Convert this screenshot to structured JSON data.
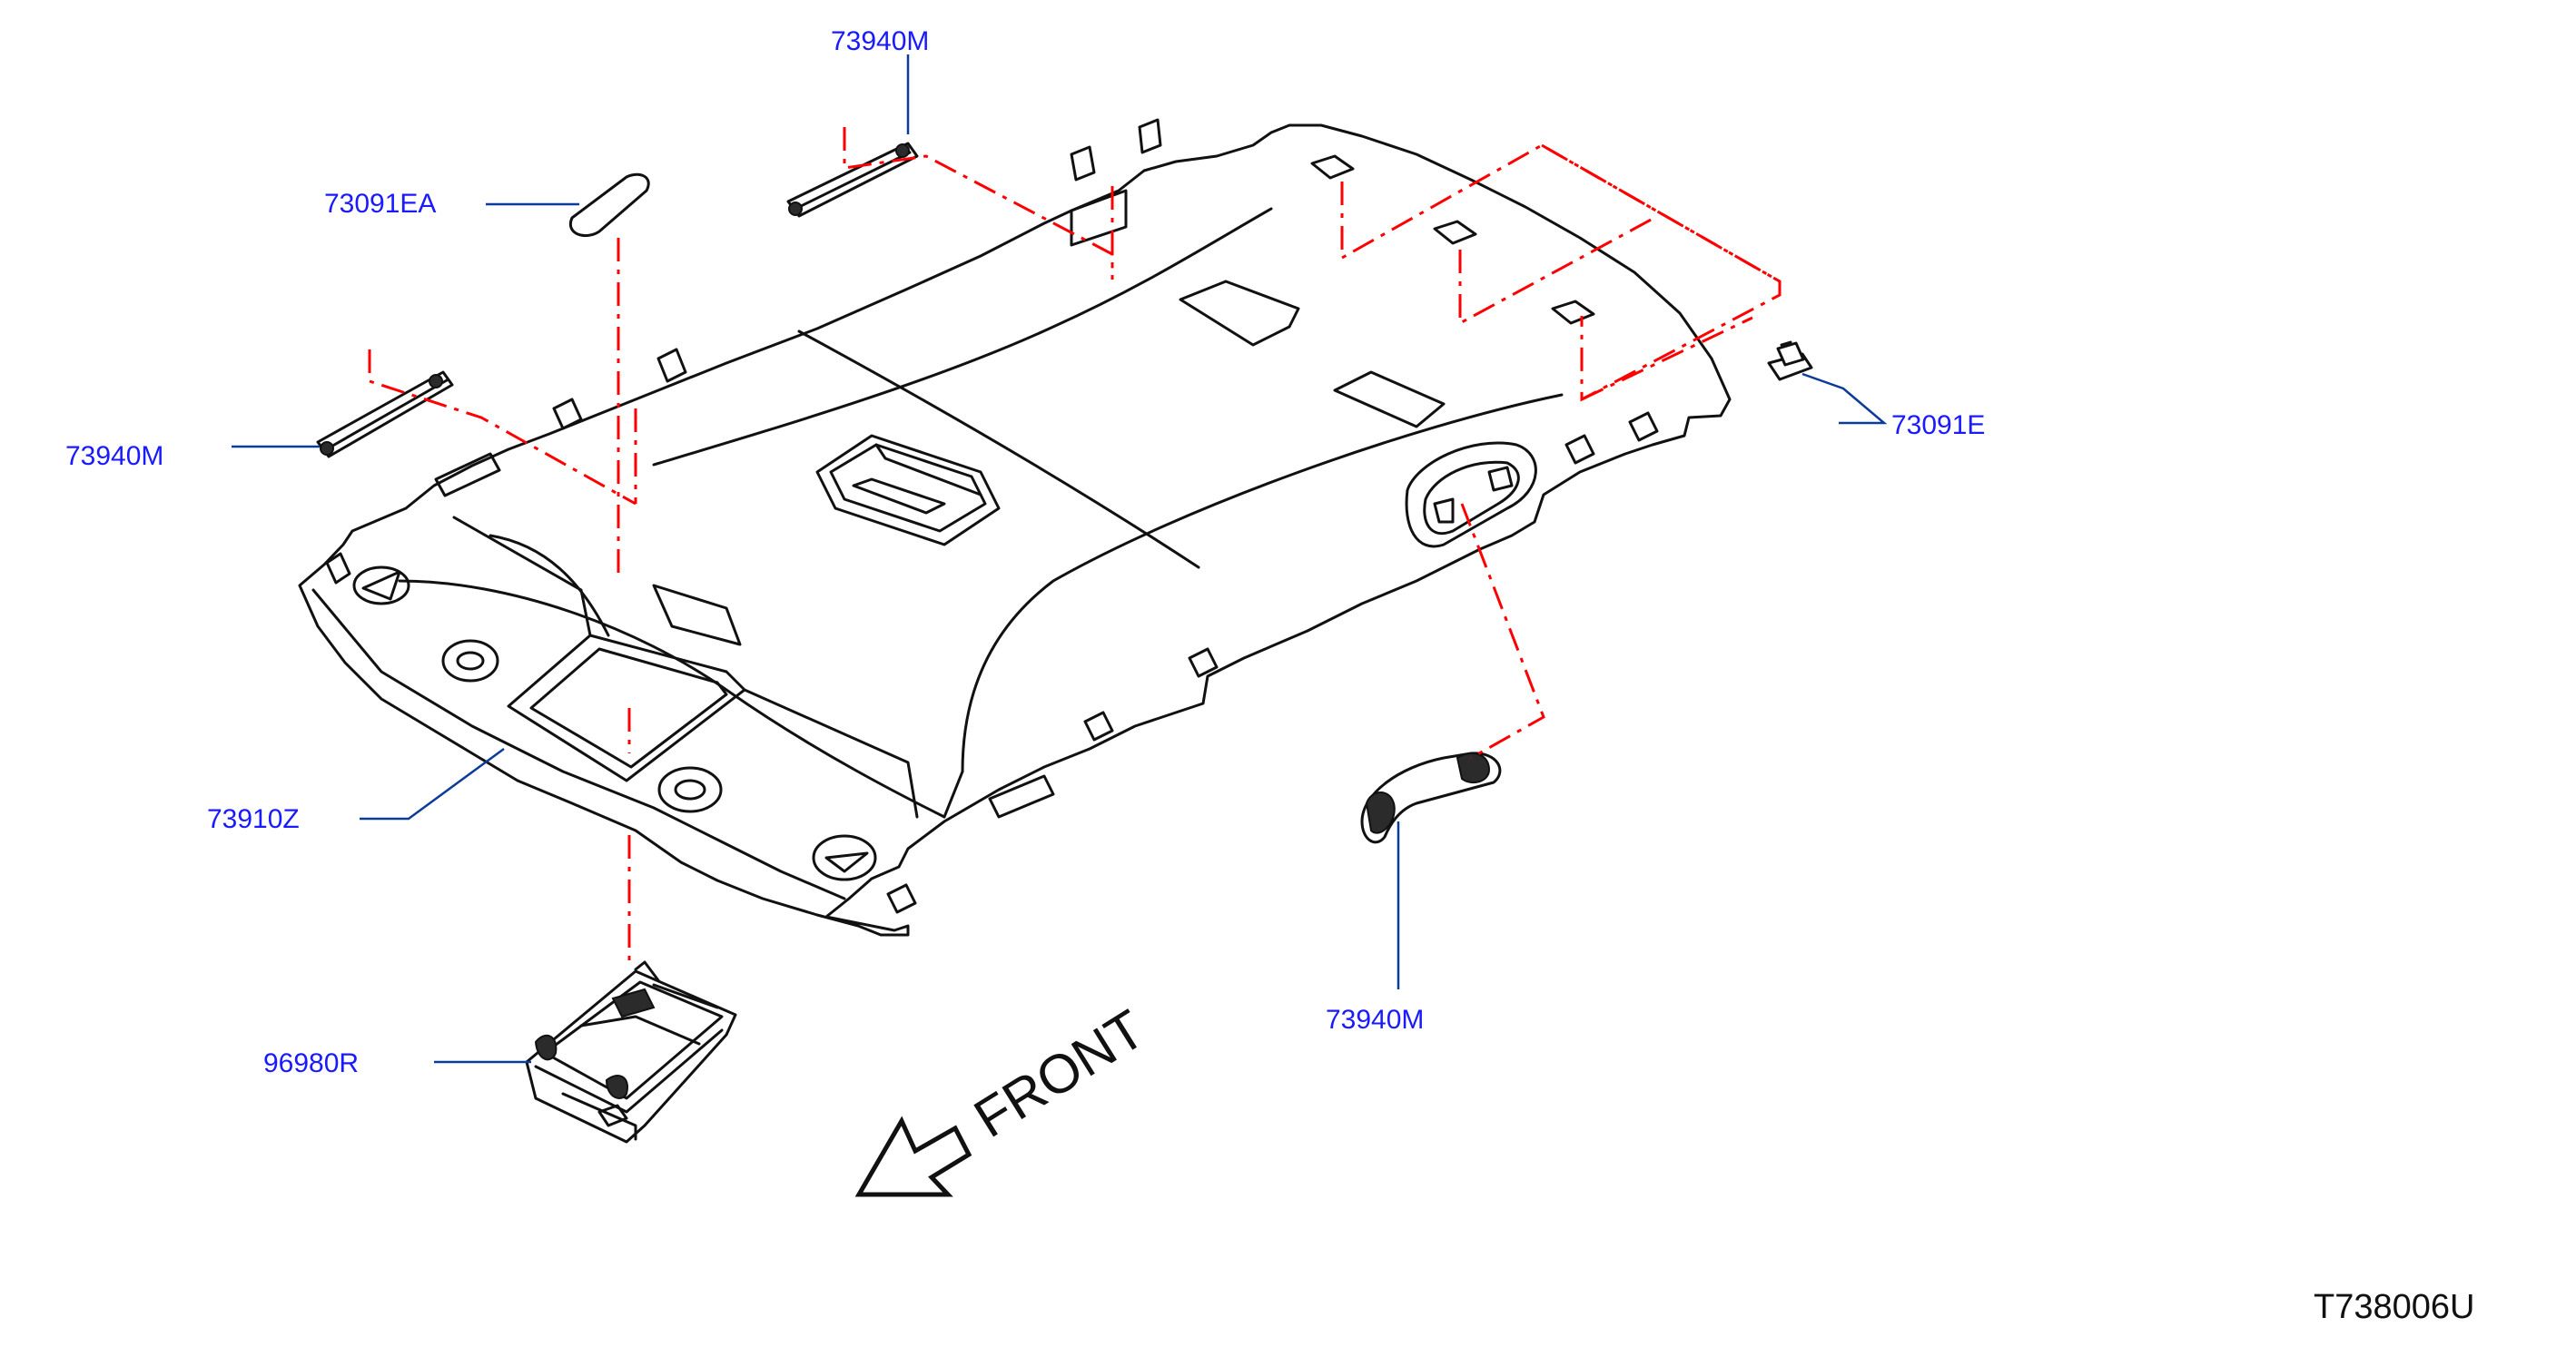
{
  "colors": {
    "label": "#1a1aff",
    "leader": "#0b3c99",
    "dash": "#ff0000",
    "ink": "#111111",
    "reference": "#111111"
  },
  "parts": [
    {
      "id": "grip-top",
      "label": "73940M"
    },
    {
      "id": "sunvisor-holder",
      "label": "73091EA"
    },
    {
      "id": "grip-left",
      "label": "73940M"
    },
    {
      "id": "clip",
      "label": "73091E"
    },
    {
      "id": "headlining",
      "label": "73910Z"
    },
    {
      "id": "map-lamp",
      "label": "96980R"
    },
    {
      "id": "grip-right",
      "label": "73940M"
    }
  ],
  "direction": {
    "text": "FRONT",
    "arrow_icon": "front-direction-arrow-icon"
  },
  "reference_code": "T738006U"
}
